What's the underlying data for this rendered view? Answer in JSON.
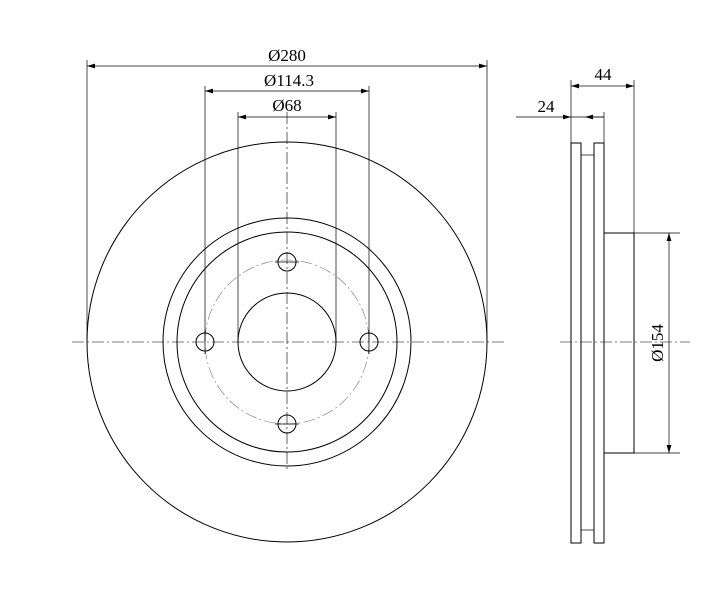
{
  "drawing": {
    "front_view": {
      "outer_diameter_label": "Ø280",
      "pcd_label": "Ø114.3",
      "center_bore_label": "Ø68",
      "bolt_holes": 4
    },
    "side_view": {
      "overall_height_label": "44",
      "disc_thickness_label": "24",
      "hat_diameter_label": "Ø154"
    },
    "colors": {
      "line": "#000000",
      "pcd_line": "#777777",
      "background": "#ffffff"
    }
  }
}
